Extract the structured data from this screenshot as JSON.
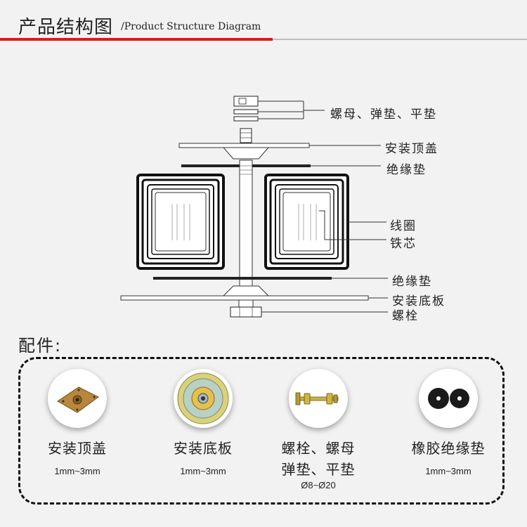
{
  "header": {
    "title_cn": "产品结构图",
    "title_en": "/Product Structure Diagram",
    "accent_color": "#e01a1a"
  },
  "diagram": {
    "labels": {
      "nut_washers": "螺母、弹垫、平垫",
      "top_cover": "安装顶盖",
      "insulation_top": "绝缘垫",
      "coil": "线圈",
      "core": "铁芯",
      "insulation_bottom": "绝缘垫",
      "base_plate": "安装底板",
      "bolt": "螺栓"
    }
  },
  "accessories": {
    "title": "配件:",
    "items": [
      {
        "name": "安装顶盖",
        "spec": "1mm~3mm",
        "icon": "top-cover-plate-icon"
      },
      {
        "name": "安装底板",
        "spec": "1mm~3mm",
        "icon": "base-plate-disc-icon"
      },
      {
        "name": "螺栓、螺母",
        "name2": "弹垫、平垫",
        "spec": "Ø8~Ø20",
        "icon": "bolt-nut-icon"
      },
      {
        "name": "橡胶绝缘垫",
        "spec": "1mm~3mm",
        "icon": "rubber-washer-icon"
      }
    ]
  }
}
